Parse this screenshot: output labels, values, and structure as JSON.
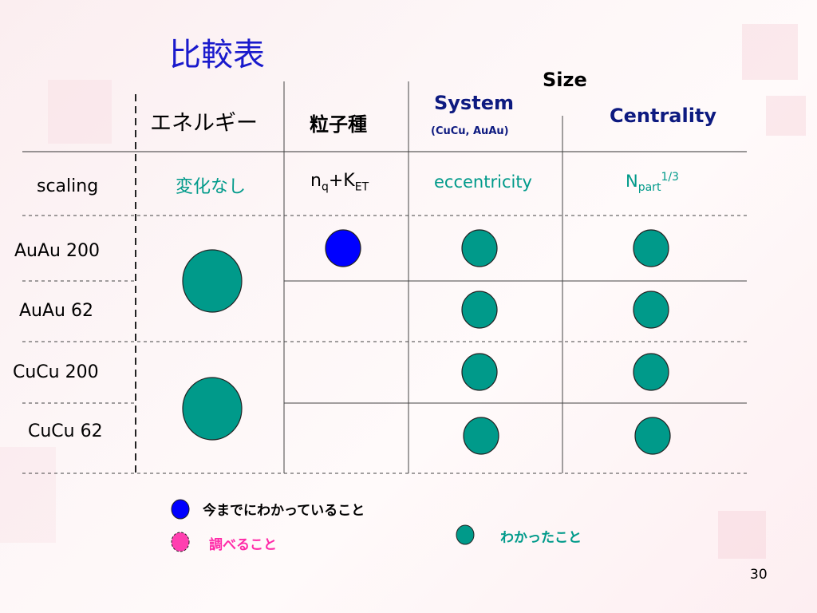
{
  "slide": {
    "title": "比較表",
    "page_number": "30"
  },
  "header": {
    "size_label": "Size",
    "col_energy": "エネルギー",
    "col_particle": "粒子種",
    "col_system": "System",
    "col_system_sub": "(CuCu, AuAu)",
    "col_centrality": "Centrality"
  },
  "scaling_row": {
    "label": "scaling",
    "energy": "変化なし",
    "particle_base": "n",
    "particle_sub1": "q",
    "particle_plus": "+K",
    "particle_sub2": "ET",
    "system": "eccentricity",
    "centrality_base": "N",
    "centrality_sub": "part",
    "centrality_sup": "1/3"
  },
  "rows": [
    {
      "label": "AuAu 200"
    },
    {
      "label": "AuAu 62"
    },
    {
      "label": "CuCu 200"
    },
    {
      "label": "CuCu 62"
    }
  ],
  "legend": {
    "known_text": "今までにわかっていること",
    "to_investigate_text": "調べること",
    "found_text": "わかったこと"
  },
  "colors": {
    "title": "#1a1acc",
    "known": "#0000ff",
    "found": "#009a8a",
    "to_investigate": "#ff3fb0",
    "energy_scaling_text": "#009a8a"
  }
}
